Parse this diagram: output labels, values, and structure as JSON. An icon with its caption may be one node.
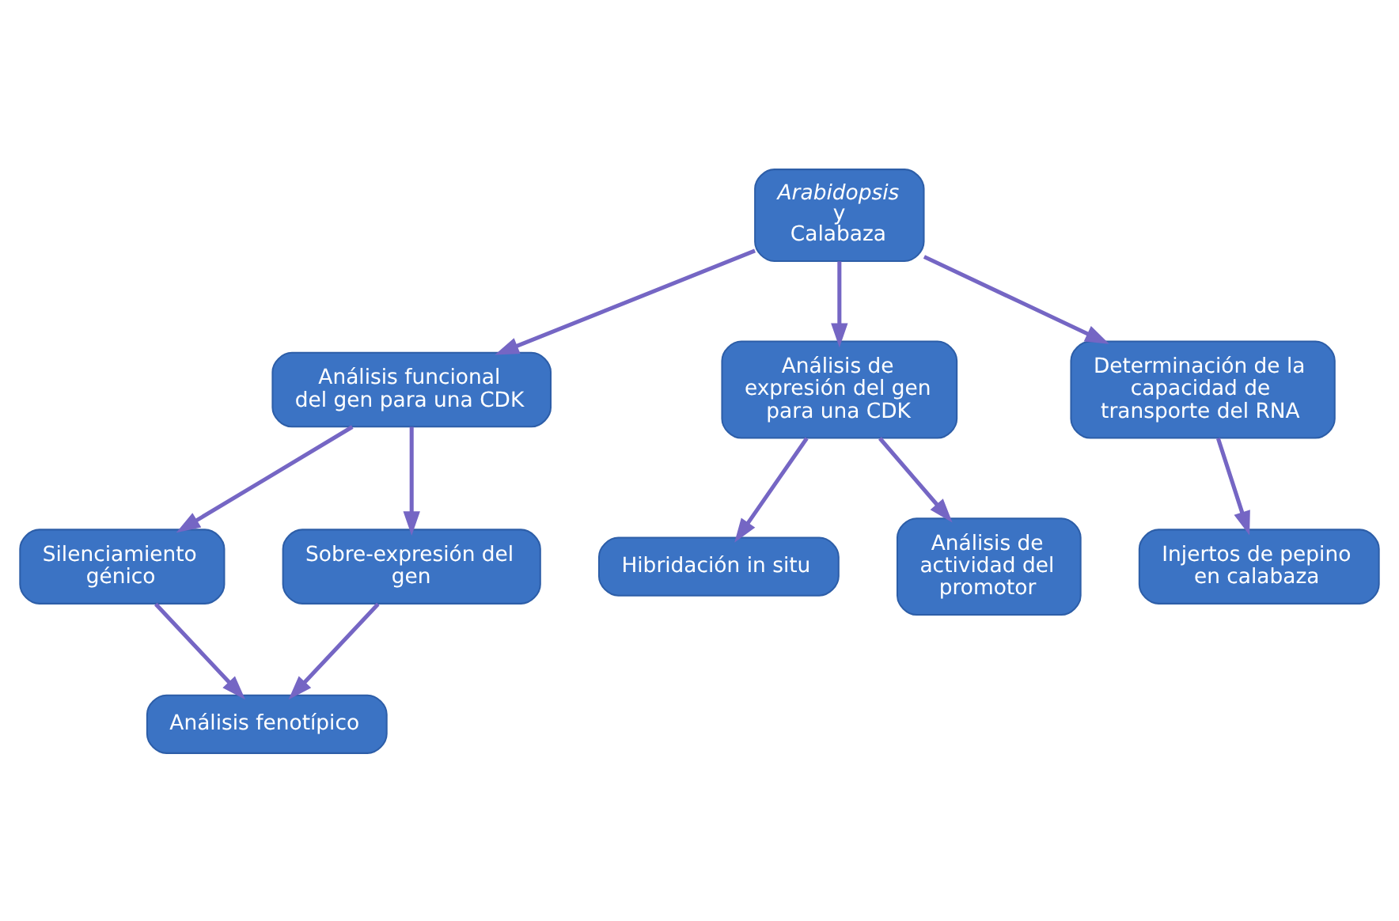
{
  "diagram": {
    "nodes": [
      {
        "text": [
          "*Arabidopsis* y Calabaza"
        ]
      },
      {
        "text": [
          "Análisis funcional del gen para una CDK"
        ]
      },
      {
        "text": [
          "Análisis de expresión del gen para una CDK"
        ]
      },
      {
        "text": [
          "Determinación de la capacidad de transporte del RNA"
        ]
      },
      {
        "text": [
          "Silenciamiento génico"
        ]
      },
      {
        "text": [
          "Sobre-expresión del gen"
        ]
      },
      {
        "text": [
          "Hibridación in situ"
        ]
      },
      {
        "text": [
          "Análisis de actividad del promotor"
        ]
      },
      {
        "text": [
          "Análisis fenotípico"
        ]
      },
      {
        "text": [
          "Injertos de pepino en calabaza"
        ]
      }
    ],
    "edges": [
      {
        "from": 0,
        "to": 1,
        "arrow": "to"
      },
      {
        "from": 0,
        "to": 2,
        "arrow": "to"
      },
      {
        "from": 0,
        "to": 3,
        "arrow": "to"
      },
      {
        "from": 1,
        "to": 4,
        "arrow": "to"
      },
      {
        "from": 1,
        "to": 5,
        "arrow": "to"
      },
      {
        "from": 2,
        "to": 6,
        "arrow": "to"
      },
      {
        "from": 2,
        "to": 7,
        "arrow": "to"
      },
      {
        "from": 3,
        "to": 9,
        "arrow": "to"
      },
      {
        "from": 4,
        "to": 8,
        "arrow": "to"
      },
      {
        "from": 5,
        "to": 8,
        "arrow": "to"
      }
    ]
  }
}
